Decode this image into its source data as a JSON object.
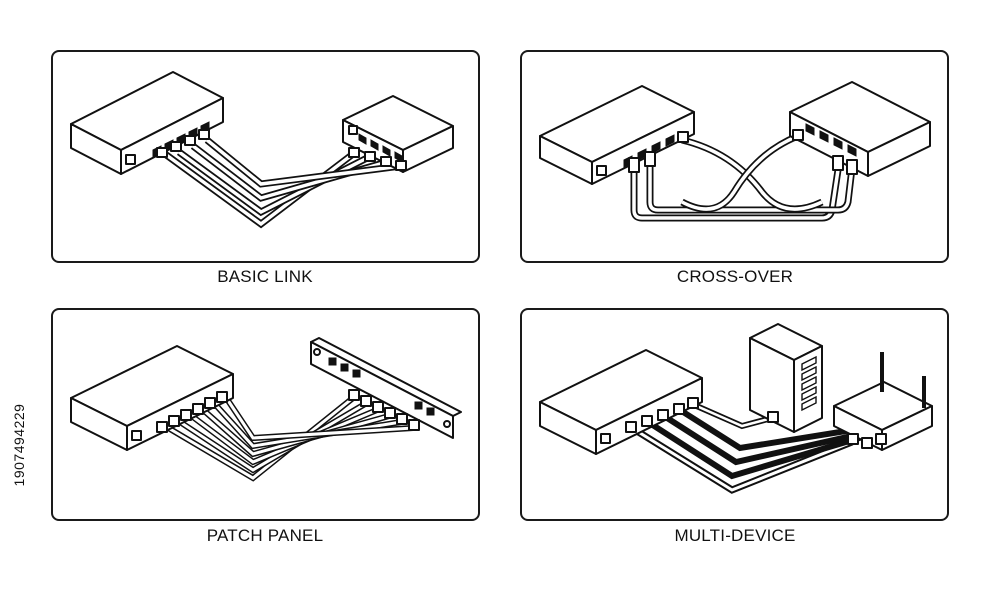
{
  "panels": [
    {
      "id": "basic-link",
      "caption": "BASIC LINK"
    },
    {
      "id": "cross-over",
      "caption": "CROSS-OVER"
    },
    {
      "id": "patch-panel",
      "caption": "PATCH PANEL"
    },
    {
      "id": "multi-device",
      "caption": "MULTI-DEVICE"
    }
  ],
  "stock_id": "1907494229",
  "colors": {
    "ink": "#111111",
    "paper": "#ffffff"
  }
}
